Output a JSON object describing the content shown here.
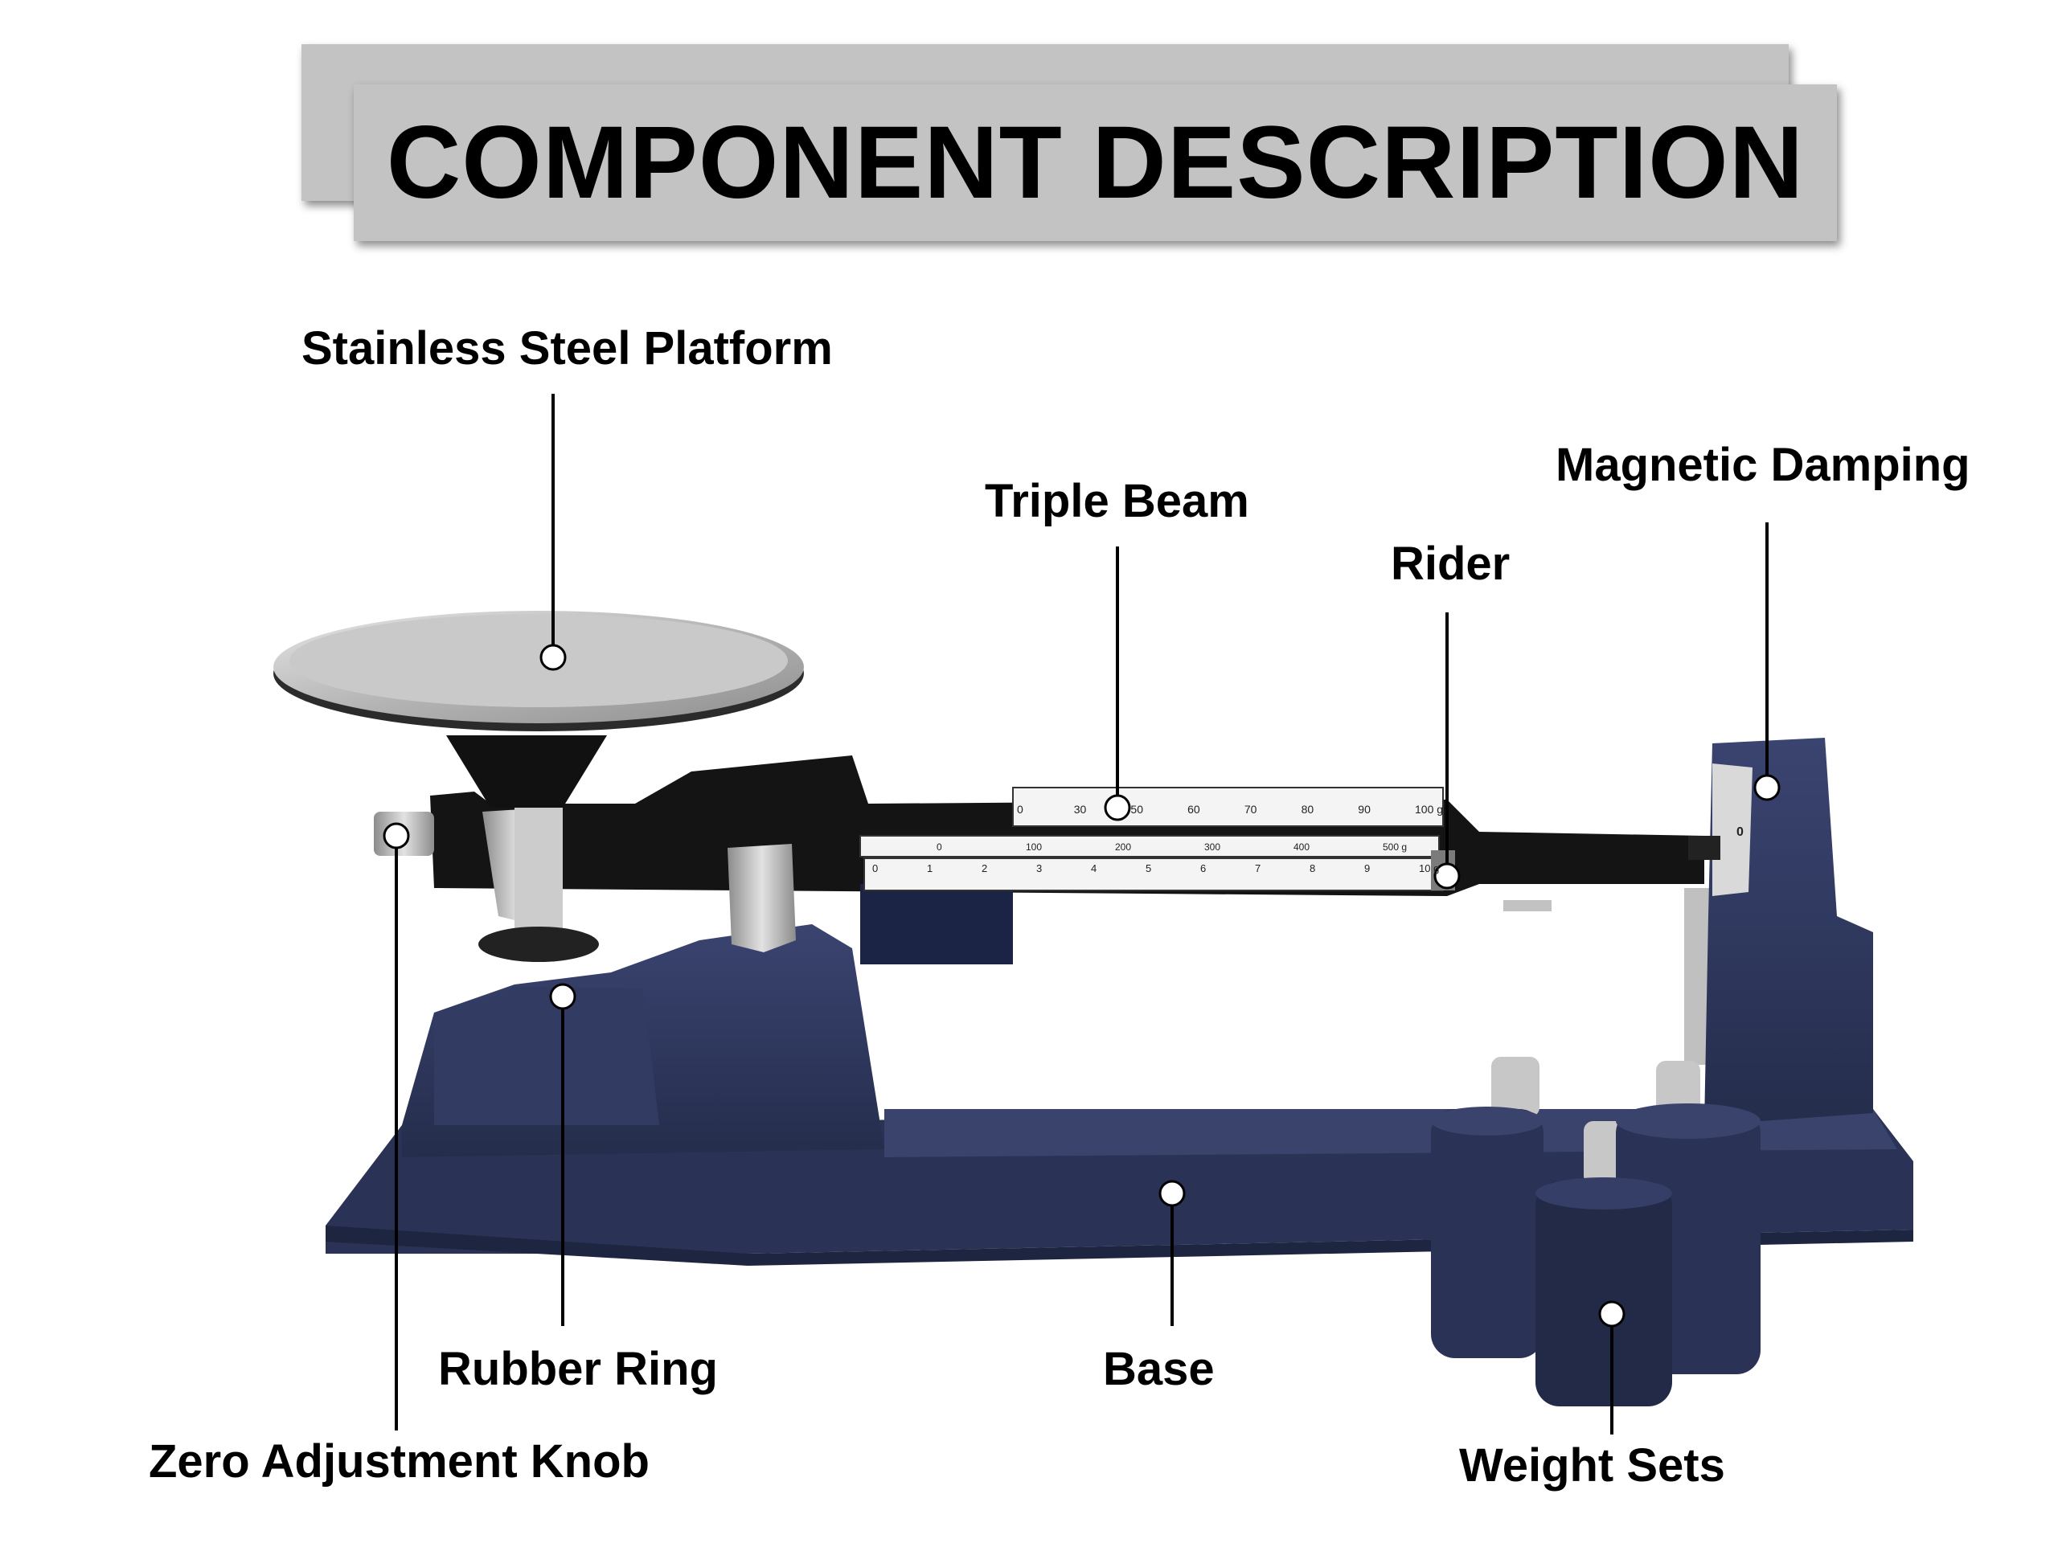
{
  "title": "COMPONENT DESCRIPTION",
  "colors": {
    "banner": "#c3c3c3",
    "body_navy": "#2c3558",
    "beam_black": "#111111",
    "steel": "#b9b9b9",
    "leader_line": "#000000",
    "marker_dot": "#ffffff"
  },
  "labels": {
    "platform": "Stainless Steel Platform",
    "triple_beam": "Triple Beam",
    "magnetic_damping": "Magnetic Damping",
    "rider": "Rider",
    "rubber_ring": "Rubber Ring",
    "base": "Base",
    "zero_knob": "Zero Adjustment Knob",
    "weight_sets": "Weight Sets"
  },
  "beam_scales": {
    "top": [
      "0",
      "30",
      "50",
      "60",
      "70",
      "80",
      "90",
      "100 g"
    ],
    "middle": [
      "0",
      "100",
      "200",
      "300",
      "400",
      "500 g"
    ],
    "bottom": [
      "0",
      "1",
      "2",
      "3",
      "4",
      "5",
      "6",
      "7",
      "8",
      "9",
      "10 g"
    ]
  },
  "pointer_zero": "0"
}
